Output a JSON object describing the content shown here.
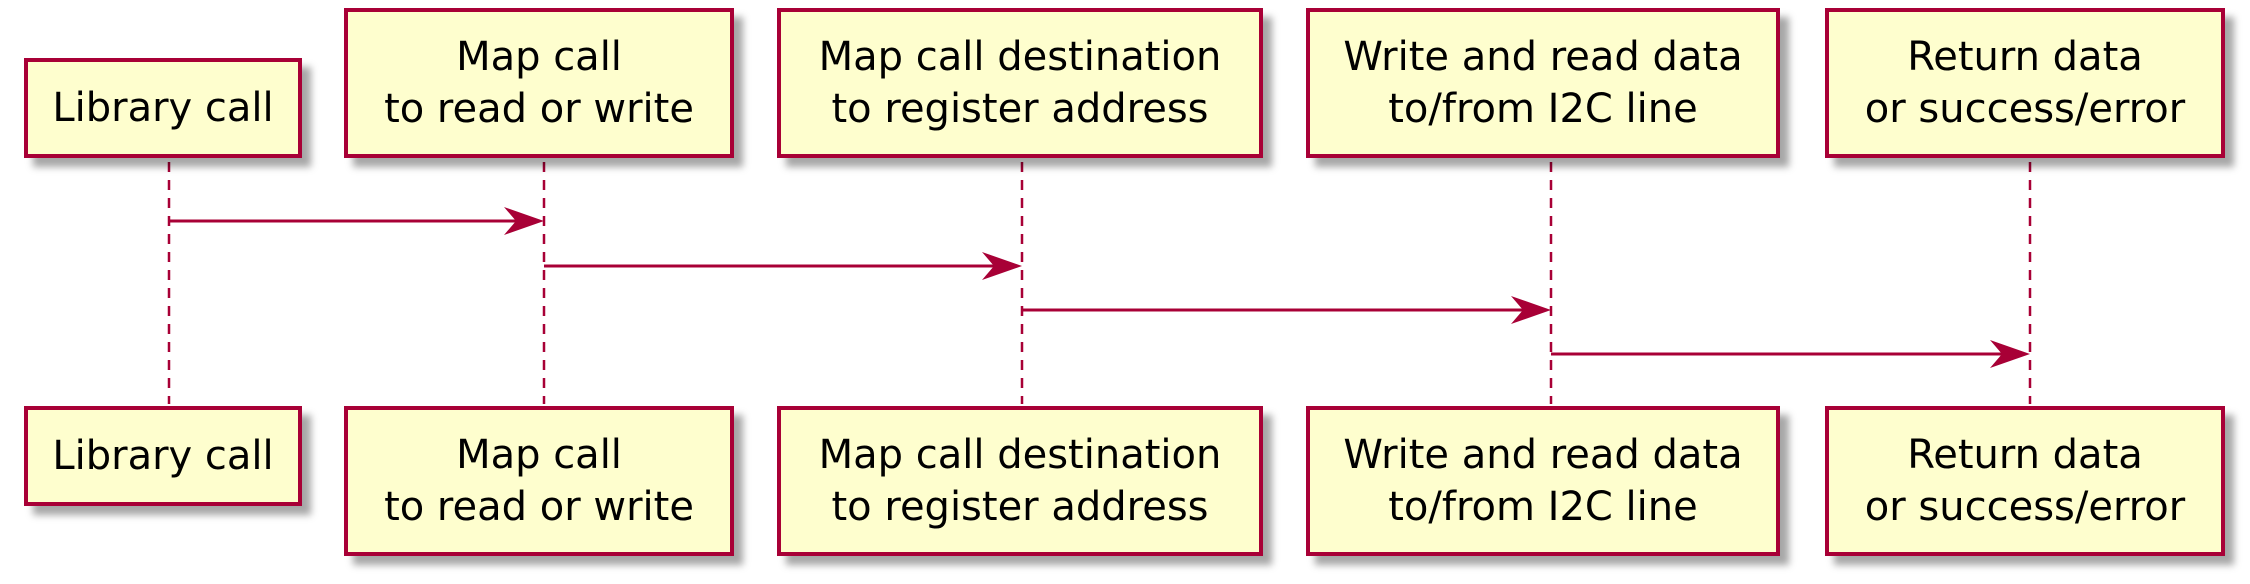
{
  "colors": {
    "box_fill": "#fefece",
    "box_border": "#a80036",
    "lifeline": "#a80036",
    "arrow": "#a80036"
  },
  "participants": [
    {
      "id": "p1",
      "lines": [
        "Library call"
      ]
    },
    {
      "id": "p2",
      "lines": [
        "Map call",
        "to read or write"
      ]
    },
    {
      "id": "p3",
      "lines": [
        "Map call destination",
        "to register address"
      ]
    },
    {
      "id": "p4",
      "lines": [
        "Write and read data",
        "to/from I2C line"
      ]
    },
    {
      "id": "p5",
      "lines": [
        "Return data",
        "or success/error"
      ]
    }
  ],
  "messages": [
    {
      "from": "Library call",
      "to": "Map call to read or write",
      "label": ""
    },
    {
      "from": "Map call to read or write",
      "to": "Map call destination to register address",
      "label": ""
    },
    {
      "from": "Map call destination to register address",
      "to": "Write and read data to/from I2C line",
      "label": ""
    },
    {
      "from": "Write and read data to/from I2C line",
      "to": "Return data or success/error",
      "label": ""
    }
  ]
}
